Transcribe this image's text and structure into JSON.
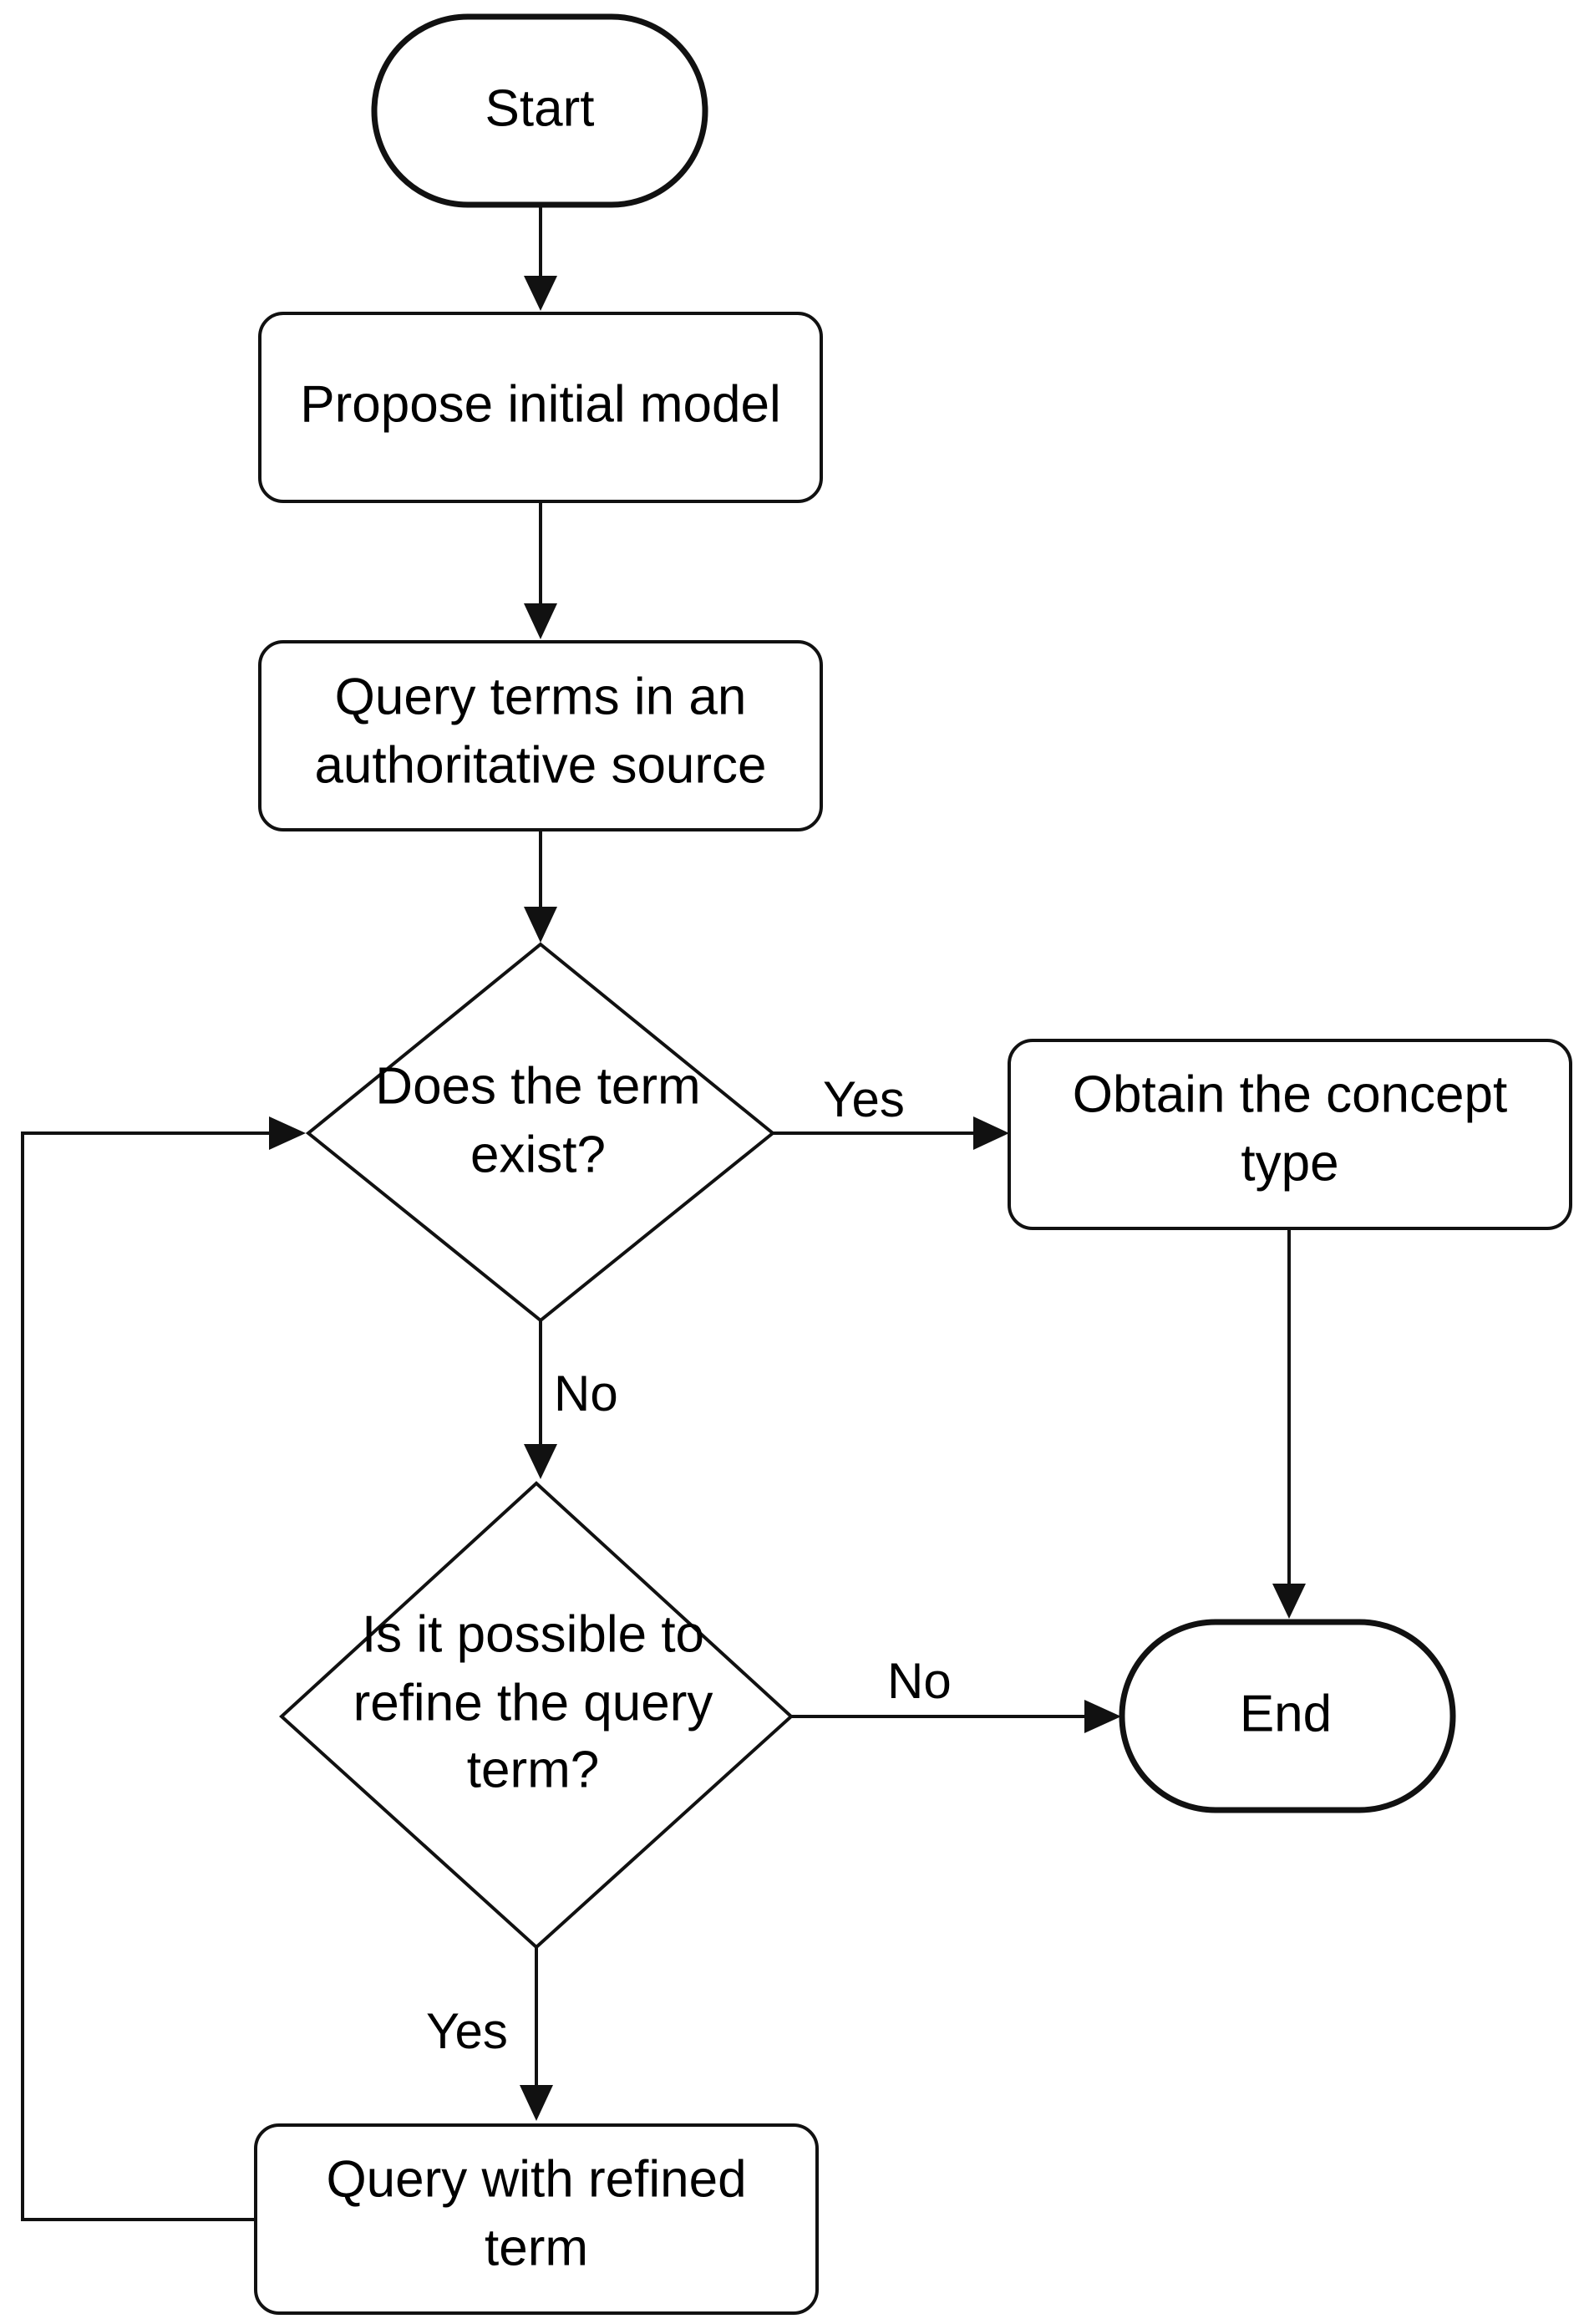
{
  "nodes": {
    "start": {
      "label": "Start"
    },
    "propose": {
      "label": "Propose initial model"
    },
    "query": {
      "lines": [
        "Query terms in an",
        "authoritative source"
      ]
    },
    "exists": {
      "lines": [
        "Does the term",
        "exist?"
      ]
    },
    "obtain": {
      "lines": [
        "Obtain the concept",
        "type"
      ]
    },
    "refine": {
      "lines": [
        "Is it possible to",
        "refine the query",
        "term?"
      ]
    },
    "end": {
      "label": "End"
    },
    "refined_query": {
      "lines": [
        "Query with refined",
        "term"
      ]
    }
  },
  "edges": {
    "exists_yes": "Yes",
    "exists_no": "No",
    "refine_no": "No",
    "refine_yes": "Yes"
  },
  "colors": {
    "stroke": "#111111",
    "fill": "#ffffff",
    "text": "#000000"
  }
}
